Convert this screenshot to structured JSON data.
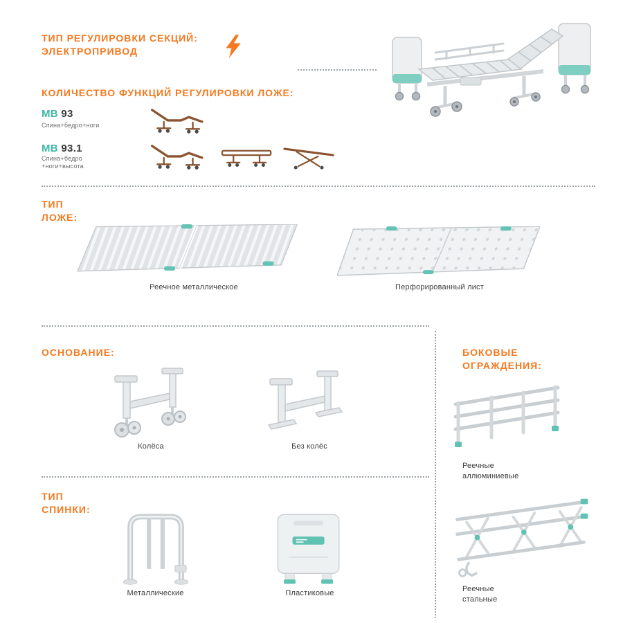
{
  "theme": {
    "accent-orange": "#F4791F",
    "accent-teal": "#3FB8A6",
    "text-dark": "#3A3A3A",
    "text-gray": "#6C6C6C",
    "dot-gray": "#9AA1A6"
  },
  "drive_type": {
    "title": "ТИП РЕГУЛИРОВКИ СЕКЦИЙ:",
    "value": "ЭЛЕКТРОПРИВОД",
    "icon": "lightning-icon"
  },
  "functions": {
    "title": "КОЛИЧЕСТВО ФУНКЦИЙ РЕГУЛИРОВКИ ЛОЖЕ:",
    "models": [
      {
        "code_prefix": "МВ",
        "code_number": "93",
        "description": "Спина+бедро+ноги"
      },
      {
        "code_prefix": "МВ",
        "code_number": "93.1",
        "description_line1": "Спина+бедро",
        "description_line2": "+ноги+высота"
      }
    ]
  },
  "platform_type": {
    "title_line1": "ТИП",
    "title_line2": "ЛОЖЕ:",
    "options": [
      {
        "label": "Реечное металлическое",
        "icon": "slatted-platform-image"
      },
      {
        "label": "Перфорированный лист",
        "icon": "perforated-platform-image"
      }
    ]
  },
  "base": {
    "title": "ОСНОВАНИЕ:",
    "options": [
      {
        "label": "Колёса",
        "icon": "base-wheels-image"
      },
      {
        "label": "Без колёс",
        "icon": "base-no-wheels-image"
      }
    ]
  },
  "side_rails": {
    "title_line1": "БОКОВЫЕ",
    "title_line2": "ОГРАЖДЕНИЯ:",
    "options": [
      {
        "label_line1": "Реечные",
        "label_line2": "аллюминиевые",
        "icon": "aluminum-rail-image"
      },
      {
        "label_line1": "Реечные",
        "label_line2": "стальные",
        "icon": "steel-rail-image"
      }
    ]
  },
  "headboard_type": {
    "title_line1": "ТИП",
    "title_line2": "СПИНКИ:",
    "options": [
      {
        "label": "Металлические",
        "icon": "metal-headboard-image"
      },
      {
        "label": "Пластиковые",
        "icon": "plastic-headboard-image"
      }
    ]
  }
}
